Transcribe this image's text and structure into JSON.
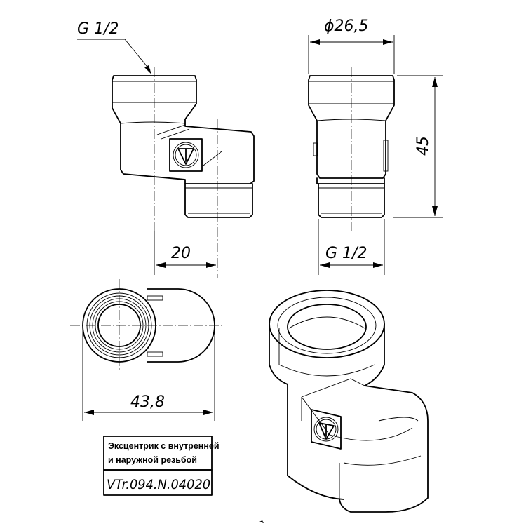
{
  "dimensions": {
    "thread_front": "G 1/2",
    "diameter": "ϕ26,5",
    "height": "45",
    "offset": "20",
    "thread_side": "G 1/2",
    "width_top": "43,8"
  },
  "title_block": {
    "description_line1": "Эксцентрик с внутренней",
    "description_line2": "и наружной резьбой",
    "part_code": "VTr.094.N.04020"
  },
  "icons": {
    "logo": "valtec-v-logo"
  }
}
